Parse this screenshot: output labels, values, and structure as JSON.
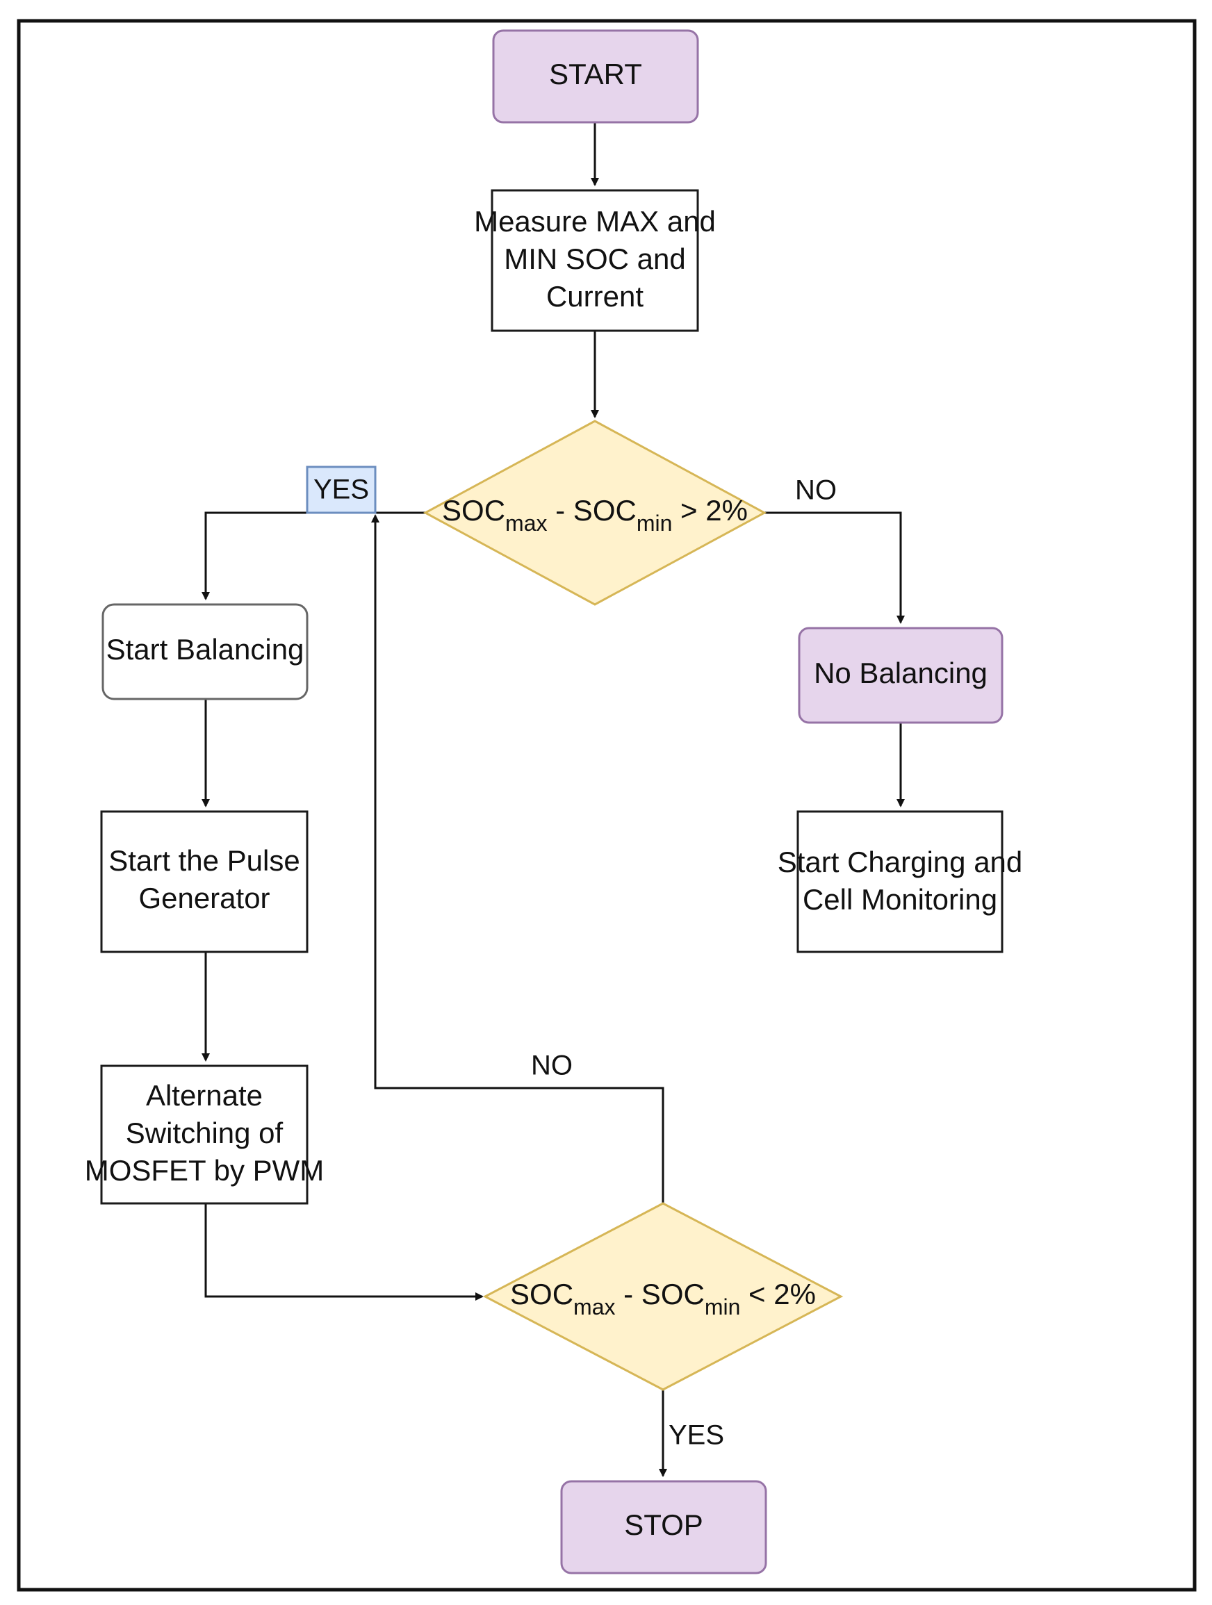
{
  "nodes": {
    "start": "START",
    "measure": [
      "Measure MAX and",
      "MIN SOC and",
      "Current"
    ],
    "decision1": {
      "prefix": "SOC",
      "sub1": "max",
      "mid": " - SOC",
      "sub2": "min",
      "suffix": " > 2%"
    },
    "start_balancing": "Start Balancing",
    "pulse": [
      "Start the Pulse",
      "Generator"
    ],
    "alternate": [
      "Alternate",
      "Switching of",
      "MOSFET by PWM"
    ],
    "no_balancing": "No Balancing",
    "charging": [
      "Start Charging and",
      "Cell Monitoring"
    ],
    "decision2": {
      "prefix": "SOC",
      "sub1": "max",
      "mid": " - SOC",
      "sub2": "min",
      "suffix": " < 2%"
    },
    "stop": "STOP"
  },
  "edge_labels": {
    "yes1": "YES",
    "no1": "NO",
    "no2": "NO",
    "yes2": "YES"
  },
  "colors": {
    "terminal_fill": "#e6d5ec",
    "terminal_stroke": "#9673a6",
    "decision_fill": "#fff2cc",
    "decision_stroke": "#d6b656",
    "yes_label_fill": "#dae8fc",
    "yes_label_stroke": "#6c8ebf"
  }
}
